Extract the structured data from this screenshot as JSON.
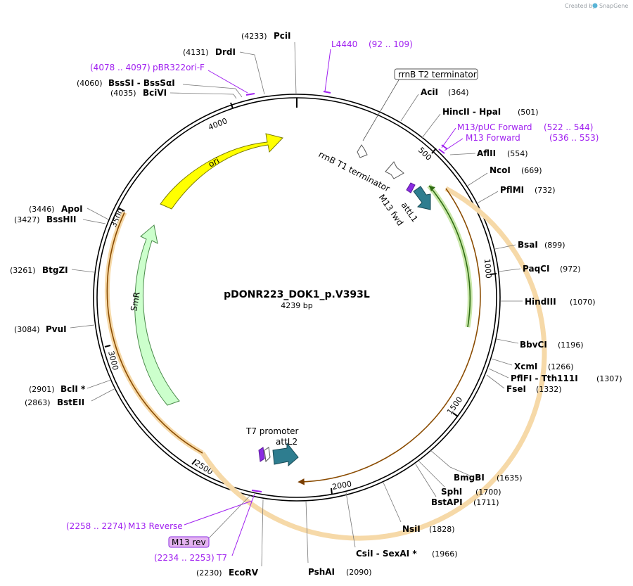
{
  "plasmid": {
    "name": "pDONR223_DOK1_p.V393L",
    "length_label": "4239 bp",
    "length": 4239
  },
  "branding": {
    "text": "Created by",
    "brand": "SnapGene"
  },
  "colors": {
    "backbone": "#000000",
    "primer": "#a020f0",
    "ori": "#ffff00",
    "smr": "#ccffcc",
    "orf": "#e8a040",
    "att": "#2e7d8f",
    "green_orf": "#4c9a2a",
    "primer_box": "#e4b4f0"
  },
  "ticks": [
    {
      "label": "500"
    },
    {
      "label": "1000"
    },
    {
      "label": "1500"
    },
    {
      "label": "2000"
    },
    {
      "label": "2500"
    },
    {
      "label": "3000"
    },
    {
      "label": "3500"
    },
    {
      "label": "4000"
    }
  ],
  "sites": [
    {
      "name": "PciI",
      "pos": "(4233)"
    },
    {
      "name": "DrdI",
      "pos": "(4131)"
    },
    {
      "name": "BssSI - BssSαI",
      "pos": "(4060)"
    },
    {
      "name": "BciVI",
      "pos": "(4035)"
    },
    {
      "name": "AciI",
      "pos": "(364)"
    },
    {
      "name": "HincII - HpaI",
      "pos": "(501)"
    },
    {
      "name": "AflII",
      "pos": "(554)"
    },
    {
      "name": "NcoI",
      "pos": "(669)"
    },
    {
      "name": "PflMI",
      "pos": "(732)"
    },
    {
      "name": "BsaI",
      "pos": "(899)"
    },
    {
      "name": "PaqCI",
      "pos": "(972)"
    },
    {
      "name": "HindIII",
      "pos": "(1070)"
    },
    {
      "name": "BbvCI",
      "pos": "(1196)"
    },
    {
      "name": "XcmI",
      "pos": "(1266)"
    },
    {
      "name": "PflFI - Tth111I",
      "pos": "(1307)"
    },
    {
      "name": "FseI",
      "pos": "(1332)"
    },
    {
      "name": "BmgBI",
      "pos": "(1635)"
    },
    {
      "name": "SphI",
      "pos": "(1700)"
    },
    {
      "name": "BstAPI",
      "pos": "(1711)"
    },
    {
      "name": "NsiI",
      "pos": "(1828)"
    },
    {
      "name": "CsiI - SexAI *",
      "pos": "(1966)"
    },
    {
      "name": "PshAI",
      "pos": "(2090)"
    },
    {
      "name": "EcoRV",
      "pos": "(2230)"
    },
    {
      "name": "BstEII",
      "pos": "(2863)"
    },
    {
      "name": "BclI *",
      "pos": "(2901)"
    },
    {
      "name": "PvuI",
      "pos": "(3084)"
    },
    {
      "name": "BtgZI",
      "pos": "(3261)"
    },
    {
      "name": "BssHII",
      "pos": "(3427)"
    },
    {
      "name": "ApoI",
      "pos": "(3446)"
    }
  ],
  "primers": [
    {
      "name": "L4440",
      "range": "(92 .. 109)"
    },
    {
      "name": "pBR322ori-F",
      "range": "(4078 .. 4097)"
    },
    {
      "name": "M13/pUC Forward",
      "range": "(522 .. 544)"
    },
    {
      "name": "M13 Forward",
      "range": "(536 .. 553)"
    },
    {
      "name": "M13 Reverse",
      "range": "(2258 .. 2274)"
    },
    {
      "name": "T7",
      "range": "(2234 .. 2253)"
    }
  ],
  "features": [
    {
      "name": "rrnB T2 terminator"
    },
    {
      "name": "rrnB T1 terminator"
    },
    {
      "name": "M13 fwd"
    },
    {
      "name": "attL1"
    },
    {
      "name": "ori"
    },
    {
      "name": "SmR"
    },
    {
      "name": "T7 promoter"
    },
    {
      "name": "attL2"
    },
    {
      "name": "M13 rev"
    }
  ]
}
